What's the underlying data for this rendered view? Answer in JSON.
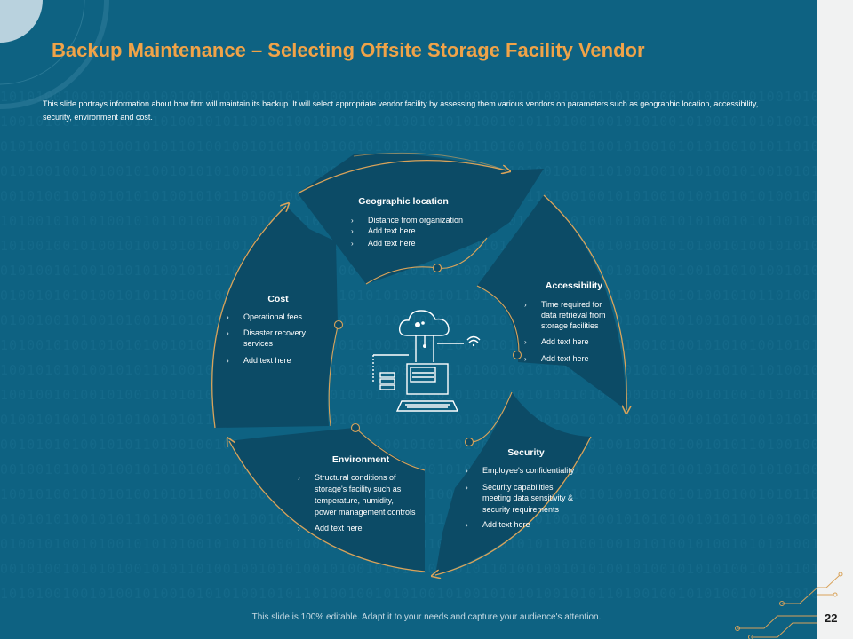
{
  "title": "Backup Maintenance – Selecting Offsite Storage Facility Vendor",
  "intro": "This slide portrays information about how firm will maintain its backup. It will select appropriate vendor facility by assessing them various vendors on parameters such as geographic location, accessibility, security, environment and cost.",
  "footer": "This slide is 100% editable. Adapt it to your needs and capture your audience's attention.",
  "page_number": "22",
  "bullet_glyph": "›",
  "segments": {
    "geographic": {
      "title": "Geographic location",
      "items": [
        "Distance from organization",
        "Add text here",
        "Add text here"
      ]
    },
    "accessibility": {
      "title": "Accessibility",
      "items": [
        [
          "Time required for",
          "data retrieval from",
          "storage facilities"
        ],
        [
          "Add text here"
        ],
        [
          "Add text here"
        ]
      ]
    },
    "security": {
      "title": "Security",
      "items": [
        [
          "Employee's confidentiality"
        ],
        [
          "Security capabilities",
          "meeting data sensitivity &",
          "security requirements"
        ],
        [
          "Add text here"
        ]
      ]
    },
    "environment": {
      "title": "Environment",
      "items": [
        [
          "Structural conditions of",
          "storage's facility  such as",
          "temperature, humidity,",
          "power management controls"
        ],
        [
          "Add text here"
        ]
      ]
    },
    "cost": {
      "title": "Cost",
      "items": [
        [
          "Operational fees"
        ],
        [
          "Disaster recovery",
          "services"
        ],
        [
          "Add text here"
        ]
      ]
    }
  },
  "binary_pattern": "1010100100101001010010101010010101101001001010100101001010101001010110100100101010010100101010100101011010010010101001010010101",
  "colors": {
    "background": "#0e6282",
    "segment_fill": "#0c4b66",
    "segment_stroke": "#d9a35a",
    "title": "#f0a348",
    "text": "#ffffff"
  },
  "icons": [
    "cloud-gear-icon",
    "wifi-icon",
    "server-icon",
    "laptop-icon",
    "circuit-decoration"
  ]
}
